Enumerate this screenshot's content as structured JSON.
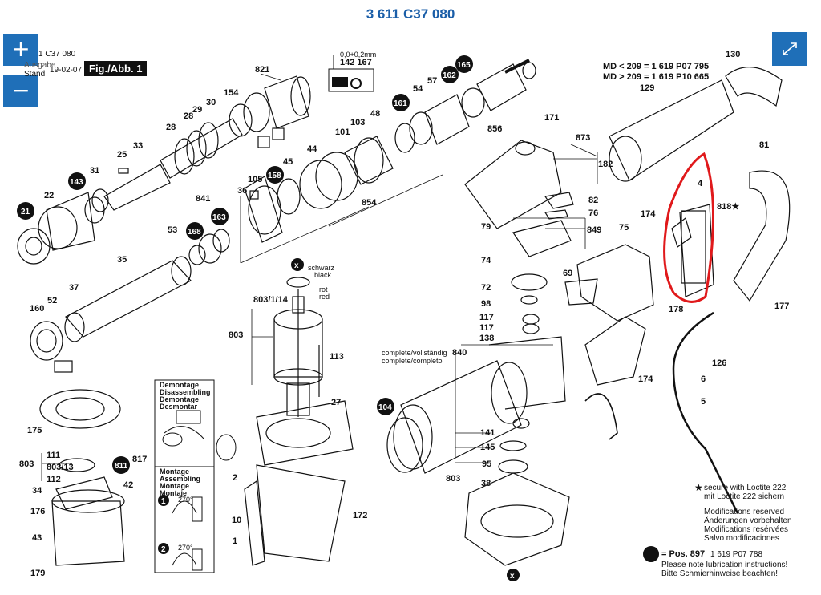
{
  "title": "3 611 C37 080",
  "zoom": {
    "in_label": "+",
    "out_label": "−"
  },
  "header": {
    "part_line": "1 C37 080",
    "date": "19-02-07",
    "stand_left": "Ausgabe",
    "stand": "Stand",
    "fig_label": "Fig./Abb. 1"
  },
  "tolerance": {
    "value": "0,0+0,2mm",
    "parts": "142 167"
  },
  "md_notes": [
    "MD < 209 = 1 619 P07 795",
    "MD > 209 = 1 619 P10 665"
  ],
  "labels": {
    "l821": "821",
    "l154": "154",
    "l30": "30",
    "l29": "29",
    "l28a": "28",
    "l28b": "28",
    "l33": "33",
    "l25": "25",
    "l31": "31",
    "l22": "22",
    "l101": "101",
    "l103": "103",
    "l48": "48",
    "l54": "54",
    "l57": "57",
    "l856": "856",
    "l44": "44",
    "l45": "45",
    "l105": "105",
    "l36": "36",
    "l841": "841",
    "l854": "854",
    "l53": "53",
    "l35": "35",
    "l37": "37",
    "l52": "52",
    "l160": "160",
    "l171": "171",
    "l873": "873",
    "l182": "182",
    "l82": "82",
    "l76": "76",
    "l79": "79",
    "l849": "849",
    "l74": "74",
    "l72": "72",
    "l98": "98",
    "l117a": "117",
    "l117b": "117",
    "l138": "138",
    "l69": "69",
    "l75": "75",
    "l174a": "174",
    "l174b": "174",
    "l178": "178",
    "l126": "126",
    "l6": "6",
    "l5": "5",
    "l4": "4",
    "l818": "818★",
    "l81": "81",
    "l177": "177",
    "l130": "130",
    "l129": "129",
    "l803114": "803/1/14",
    "l803a": "803",
    "l113": "113",
    "l27": "27",
    "l2": "2",
    "l10": "10",
    "l1": "1",
    "l172": "172",
    "l840": "840",
    "l141": "141",
    "l145": "145",
    "l95": "95",
    "l803b": "803",
    "l38": "38",
    "l175": "175",
    "l111": "111",
    "l80313": "803/13",
    "l803c": "803",
    "l112": "112",
    "l817": "817",
    "l42": "42",
    "l34": "34",
    "l176": "176",
    "l43": "43",
    "l179": "179"
  },
  "bubbles": {
    "b165": "165",
    "b162": "162",
    "b161": "161",
    "b158": "158",
    "b143": "143",
    "b21": "21",
    "b168": "168",
    "b163": "163",
    "b104": "104",
    "b811": "811",
    "bx1": "x",
    "bx2": "x",
    "b1": "1",
    "b2": "2"
  },
  "callouts": {
    "schwarz": "schwarz",
    "black": "black",
    "rot": "rot",
    "red": "red",
    "complete1": "complete/vollständig",
    "complete2": "complete/completo",
    "demontage": [
      "Demontage",
      "Disassembling",
      "Demontage",
      "Desmontar"
    ],
    "montage": [
      "Montage",
      "Assembling",
      "Montage",
      "Montaje"
    ],
    "angle1": "270°",
    "angle2": "270°"
  },
  "notes": {
    "loctite": [
      "secure with Loctite 222",
      "mit Loctite 222 sichern"
    ],
    "mods": [
      "Modifications reserved",
      "Änderungen vorbehalten",
      "Modifications resérvées",
      "Salvo modificaciones"
    ],
    "pos_label": "= Pos. 897",
    "pos_part": "1 619 P07 788",
    "lube": [
      "Please note lubrication instructions!",
      "Bitte Schmierhinweise beachten!"
    ]
  },
  "colors": {
    "accent": "#1f6fb8",
    "title": "#1a5ea8",
    "highlight": "#e0191b"
  }
}
